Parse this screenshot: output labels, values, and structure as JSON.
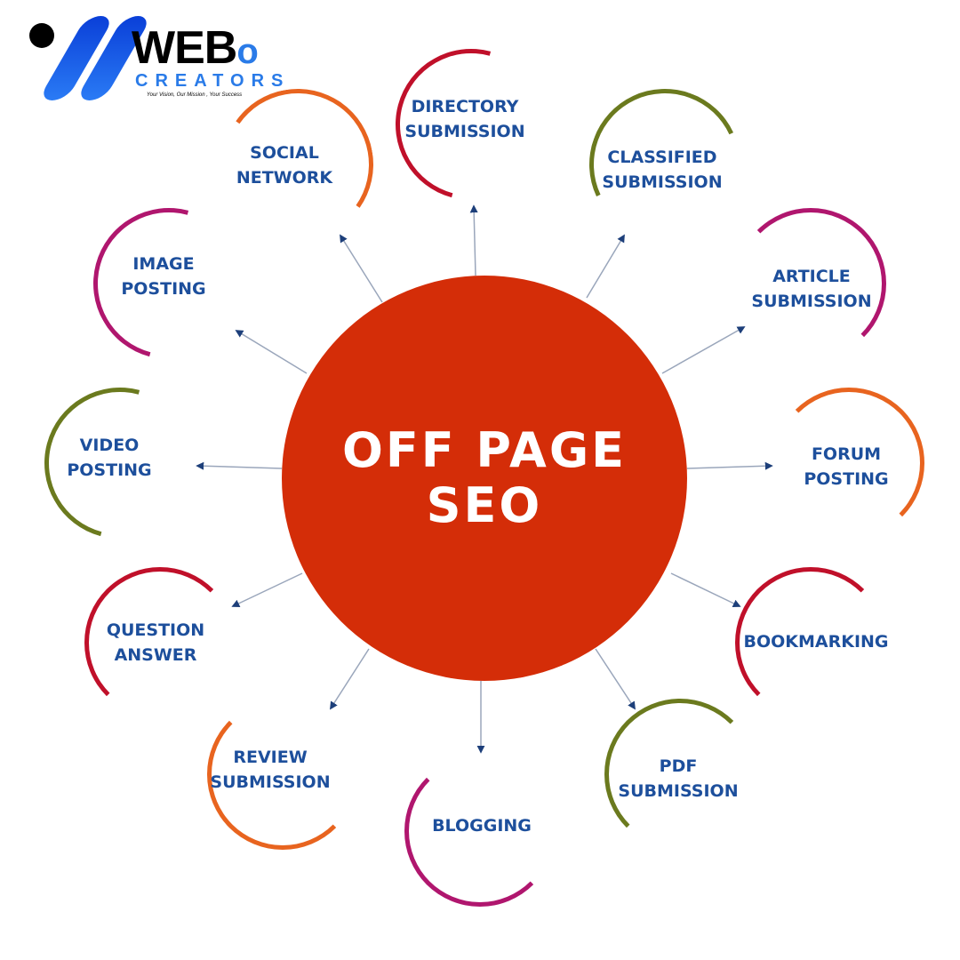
{
  "logo": {
    "brand": "WEB",
    "brand_suffix": "o",
    "subtitle": "CREATORS",
    "tagline": "Your Vision, Our Mission , Your Success"
  },
  "hub": {
    "line1": "OFF PAGE",
    "line2": "SEO",
    "color": "#d42d08"
  },
  "colors": {
    "orange": "#e8641f",
    "red": "#c0102a",
    "olive": "#6b7a1e",
    "magenta": "#b0166e",
    "text": "#1d4f9c",
    "arrow": "#1d3f7a"
  },
  "nodes": [
    {
      "line1": "SOCIAL",
      "line2": "NETWORK"
    },
    {
      "line1": "DIRECTORY",
      "line2": "SUBMISSION"
    },
    {
      "line1": "CLASSIFIED",
      "line2": "SUBMISSION"
    },
    {
      "line1": "ARTICLE",
      "line2": "SUBMISSION"
    },
    {
      "line1": "FORUM",
      "line2": "POSTING"
    },
    {
      "line1": "BOOKMARKING",
      "line2": ""
    },
    {
      "line1": "PDF",
      "line2": "SUBMISSION"
    },
    {
      "line1": "BLOGGING",
      "line2": ""
    },
    {
      "line1": "REVIEW",
      "line2": "SUBMISSION"
    },
    {
      "line1": "QUESTION",
      "line2": "ANSWER"
    },
    {
      "line1": "VIDEO",
      "line2": "POSTING"
    },
    {
      "line1": "IMAGE",
      "line2": "POSTING"
    }
  ]
}
